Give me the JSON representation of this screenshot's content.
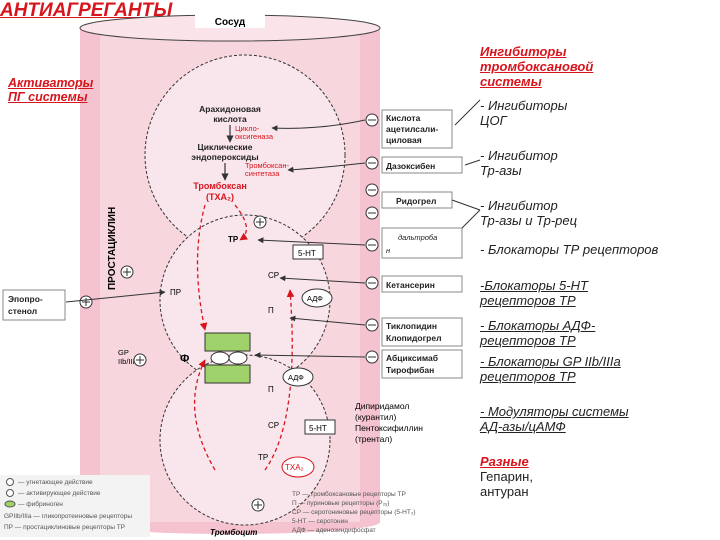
{
  "title": "АНТИАГРЕГАНТЫ",
  "vessel_label": "Сосуд",
  "thrombocyte_label": "Тромбоцит",
  "prostacyclin_label": "ПРОСТАЦИКЛИН",
  "activators": [
    "Активаторы",
    "ПГ системы"
  ],
  "pathway": {
    "arachidonic": [
      "Арахидоновая",
      "кислота"
    ],
    "cyclooxygenase": [
      "Цикло-",
      "оксигеназа"
    ],
    "endoperoxides": [
      "Циклические",
      "эндопероксиды"
    ],
    "tx_synthetase": [
      "Тромбоксан-",
      "синтетаза"
    ],
    "thromboxane": [
      "Тромбоксан",
      "(ТХА₂)"
    ],
    "txa2": "ТХА₂"
  },
  "receptors": {
    "tr": "ТР",
    "ht5": "5-НТ",
    "sr": "СР",
    "pr": "ПР",
    "p": "П",
    "adf": "АДФ",
    "gp": [
      "GP",
      "IIb/IIIa"
    ],
    "f": "Ф"
  },
  "drugs": {
    "aspirin": [
      "Кислота",
      "ацетилсали-",
      "циловая"
    ],
    "dazoxiben": "Дазоксибен",
    "ridogrel": "Ридогрел",
    "daltroban": [
      "дальтроба",
      "н"
    ],
    "ketanserin": "Кетансерин",
    "ticlopidine": [
      "Тиклопидин",
      "Клопидогрел"
    ],
    "abciximab": [
      "Абциксимаб",
      "Тирофибан"
    ],
    "epoprostenol": [
      "Эпопро-",
      "стенол"
    ],
    "dipyridamole": [
      "Дипиридамол",
      "(курантил)",
      "Пентоксифиллин",
      "(трентал)"
    ]
  },
  "right_column": [
    {
      "lines": [
        "Ингибиторы",
        "тромбоксановой",
        " системы"
      ],
      "style": "header"
    },
    {
      "lines": [
        "- Ингибиторы",
        " ЦОГ"
      ],
      "style": "plain"
    },
    {
      "lines": [
        "- Ингибитор",
        "Тр-азы"
      ],
      "style": "plain"
    },
    {
      "lines": [
        "- Ингибитор",
        "Тр-азы и Тр-рец"
      ],
      "style": "plain"
    },
    {
      "lines": [
        "- Блокаторы ТР рецепторов"
      ],
      "style": "plain"
    },
    {
      "lines": [
        "-Блокаторы  5-НТ",
        "рецепторов ТР"
      ],
      "style": "underline"
    },
    {
      "lines": [
        "- Блокаторы  АДФ-",
        "рецепторов ТР"
      ],
      "style": "underline"
    },
    {
      "lines": [
        "- Блокаторы GP IIb/IIIa",
        "рецепторов  ТР"
      ],
      "style": "underline"
    },
    {
      "lines": [
        "- Модуляторы системы",
        "АД-азы/цАМФ"
      ],
      "style": "underline"
    },
    {
      "lines": [
        "Разные",
        "Гепарин,",
        "антуран"
      ],
      "style": "mixed"
    }
  ],
  "legend": [
    "— угнетающее действие",
    "— активирующее действие",
    "— фибриноген",
    "GPIIb/IIIa — гликопротеиновые рецепторы",
    "ПР — простациклиновые рецепторы ТР"
  ],
  "legend2": [
    "ТР — тромбоксановые рецепторы ТР",
    "П — пуриновые рецепторы (P₂ᵧ)",
    "СР — серотониновые рецепторы (5-НТ₂)",
    "5-НТ — серотонин",
    "АДФ — аденозиндифосфат"
  ],
  "colors": {
    "accent_red": "#d8141c",
    "vessel_pink": "#f4c3cf",
    "platelet_green": "#9fd26a",
    "ink": "#222222"
  }
}
